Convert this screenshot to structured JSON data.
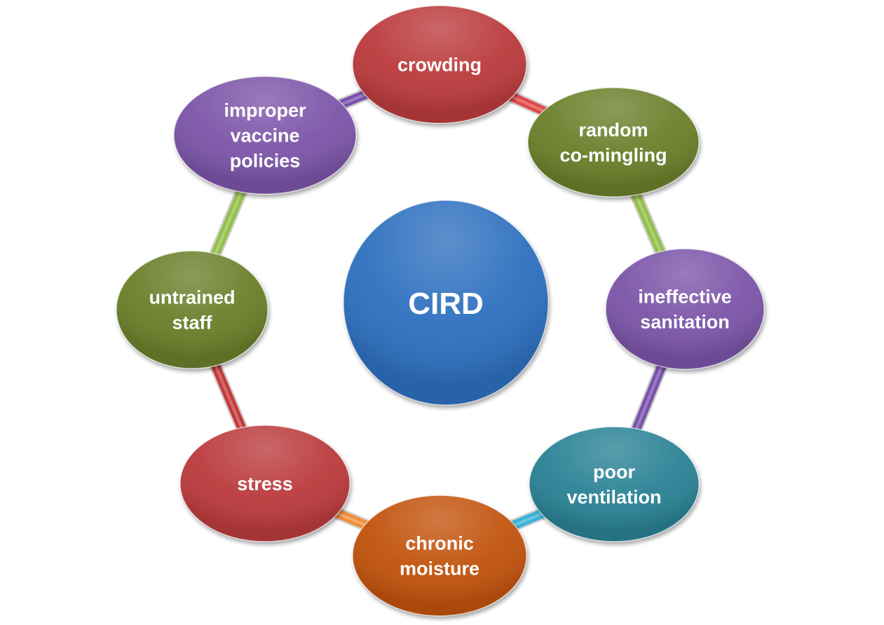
{
  "center": {
    "label": "CIRD",
    "color": "#2f6fbf"
  },
  "nodes": [
    {
      "id": "crowding",
      "lines": [
        "crowding"
      ],
      "color": "#bb3a3c"
    },
    {
      "id": "random-co-mingling",
      "lines": [
        "random",
        "co-mingling"
      ],
      "color": "#6a7f2a"
    },
    {
      "id": "ineffective-sanitation",
      "lines": [
        "ineffective",
        "sanitation"
      ],
      "color": "#7c55a8"
    },
    {
      "id": "poor-ventilation",
      "lines": [
        "poor",
        "ventilation"
      ],
      "color": "#2b8295"
    },
    {
      "id": "chronic-moisture",
      "lines": [
        "chronic",
        "moisture"
      ],
      "color": "#c2530f"
    },
    {
      "id": "stress",
      "lines": [
        "stress"
      ],
      "color": "#bb3a3c"
    },
    {
      "id": "untrained-staff",
      "lines": [
        "untrained",
        "staff"
      ],
      "color": "#6a7f2a"
    },
    {
      "id": "improper-vaccine-policies",
      "lines": [
        "improper",
        "vaccine",
        "policies"
      ],
      "color": "#7c55a8"
    }
  ],
  "connectors": [
    {
      "from": "crowding",
      "to": "random-co-mingling",
      "color": "#e24a4a"
    },
    {
      "from": "random-co-mingling",
      "to": "ineffective-sanitation",
      "color": "#94c04a"
    },
    {
      "from": "ineffective-sanitation",
      "to": "poor-ventilation",
      "color": "#7a52ad"
    },
    {
      "from": "poor-ventilation",
      "to": "chronic-moisture",
      "color": "#36b3d6"
    },
    {
      "from": "chronic-moisture",
      "to": "stress",
      "color": "#f08f3a"
    },
    {
      "from": "stress",
      "to": "untrained-staff",
      "color": "#c43a3a"
    },
    {
      "from": "untrained-staff",
      "to": "improper-vaccine-policies",
      "color": "#94c04a"
    },
    {
      "from": "improper-vaccine-policies",
      "to": "crowding",
      "color": "#7a52ad"
    }
  ]
}
